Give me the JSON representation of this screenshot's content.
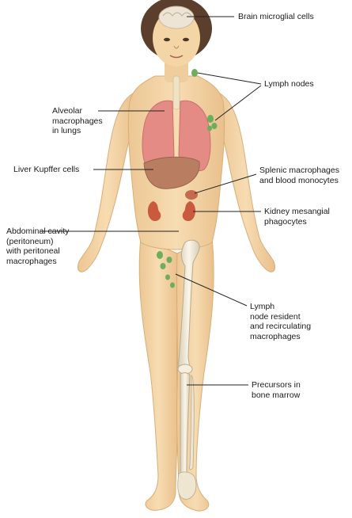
{
  "labels": {
    "brain": "Brain microglial cells",
    "lymph_nodes": "Lymph nodes",
    "alveolar": "Alveolar\nmacrophages\nin lungs",
    "liver": "Liver Kupffer cells",
    "splenic": "Splenic macrophages\nand blood monocytes",
    "kidney": "Kidney mesangial\nphagocytes",
    "abdominal": "Abdominal cavity\n(peritoneum)\nwith peritoneal\nmacrophages",
    "lymph_resident": "Lymph\nnode resident\nand recirculating\nmacrophages",
    "precursors": "Precursors in\nbone marrow"
  },
  "colors": {
    "skin": "#f3d5a6",
    "skin_shadow": "#e3b983",
    "hair": "#5b3f2c",
    "lung": "#e58b86",
    "liver": "#b97d62",
    "kidney": "#c95a3d",
    "spleen": "#c46a4e",
    "lymph_node": "#6cae5c",
    "bone": "#f2ead8",
    "brain": "#ede4d6",
    "leader_line": "#222222"
  }
}
